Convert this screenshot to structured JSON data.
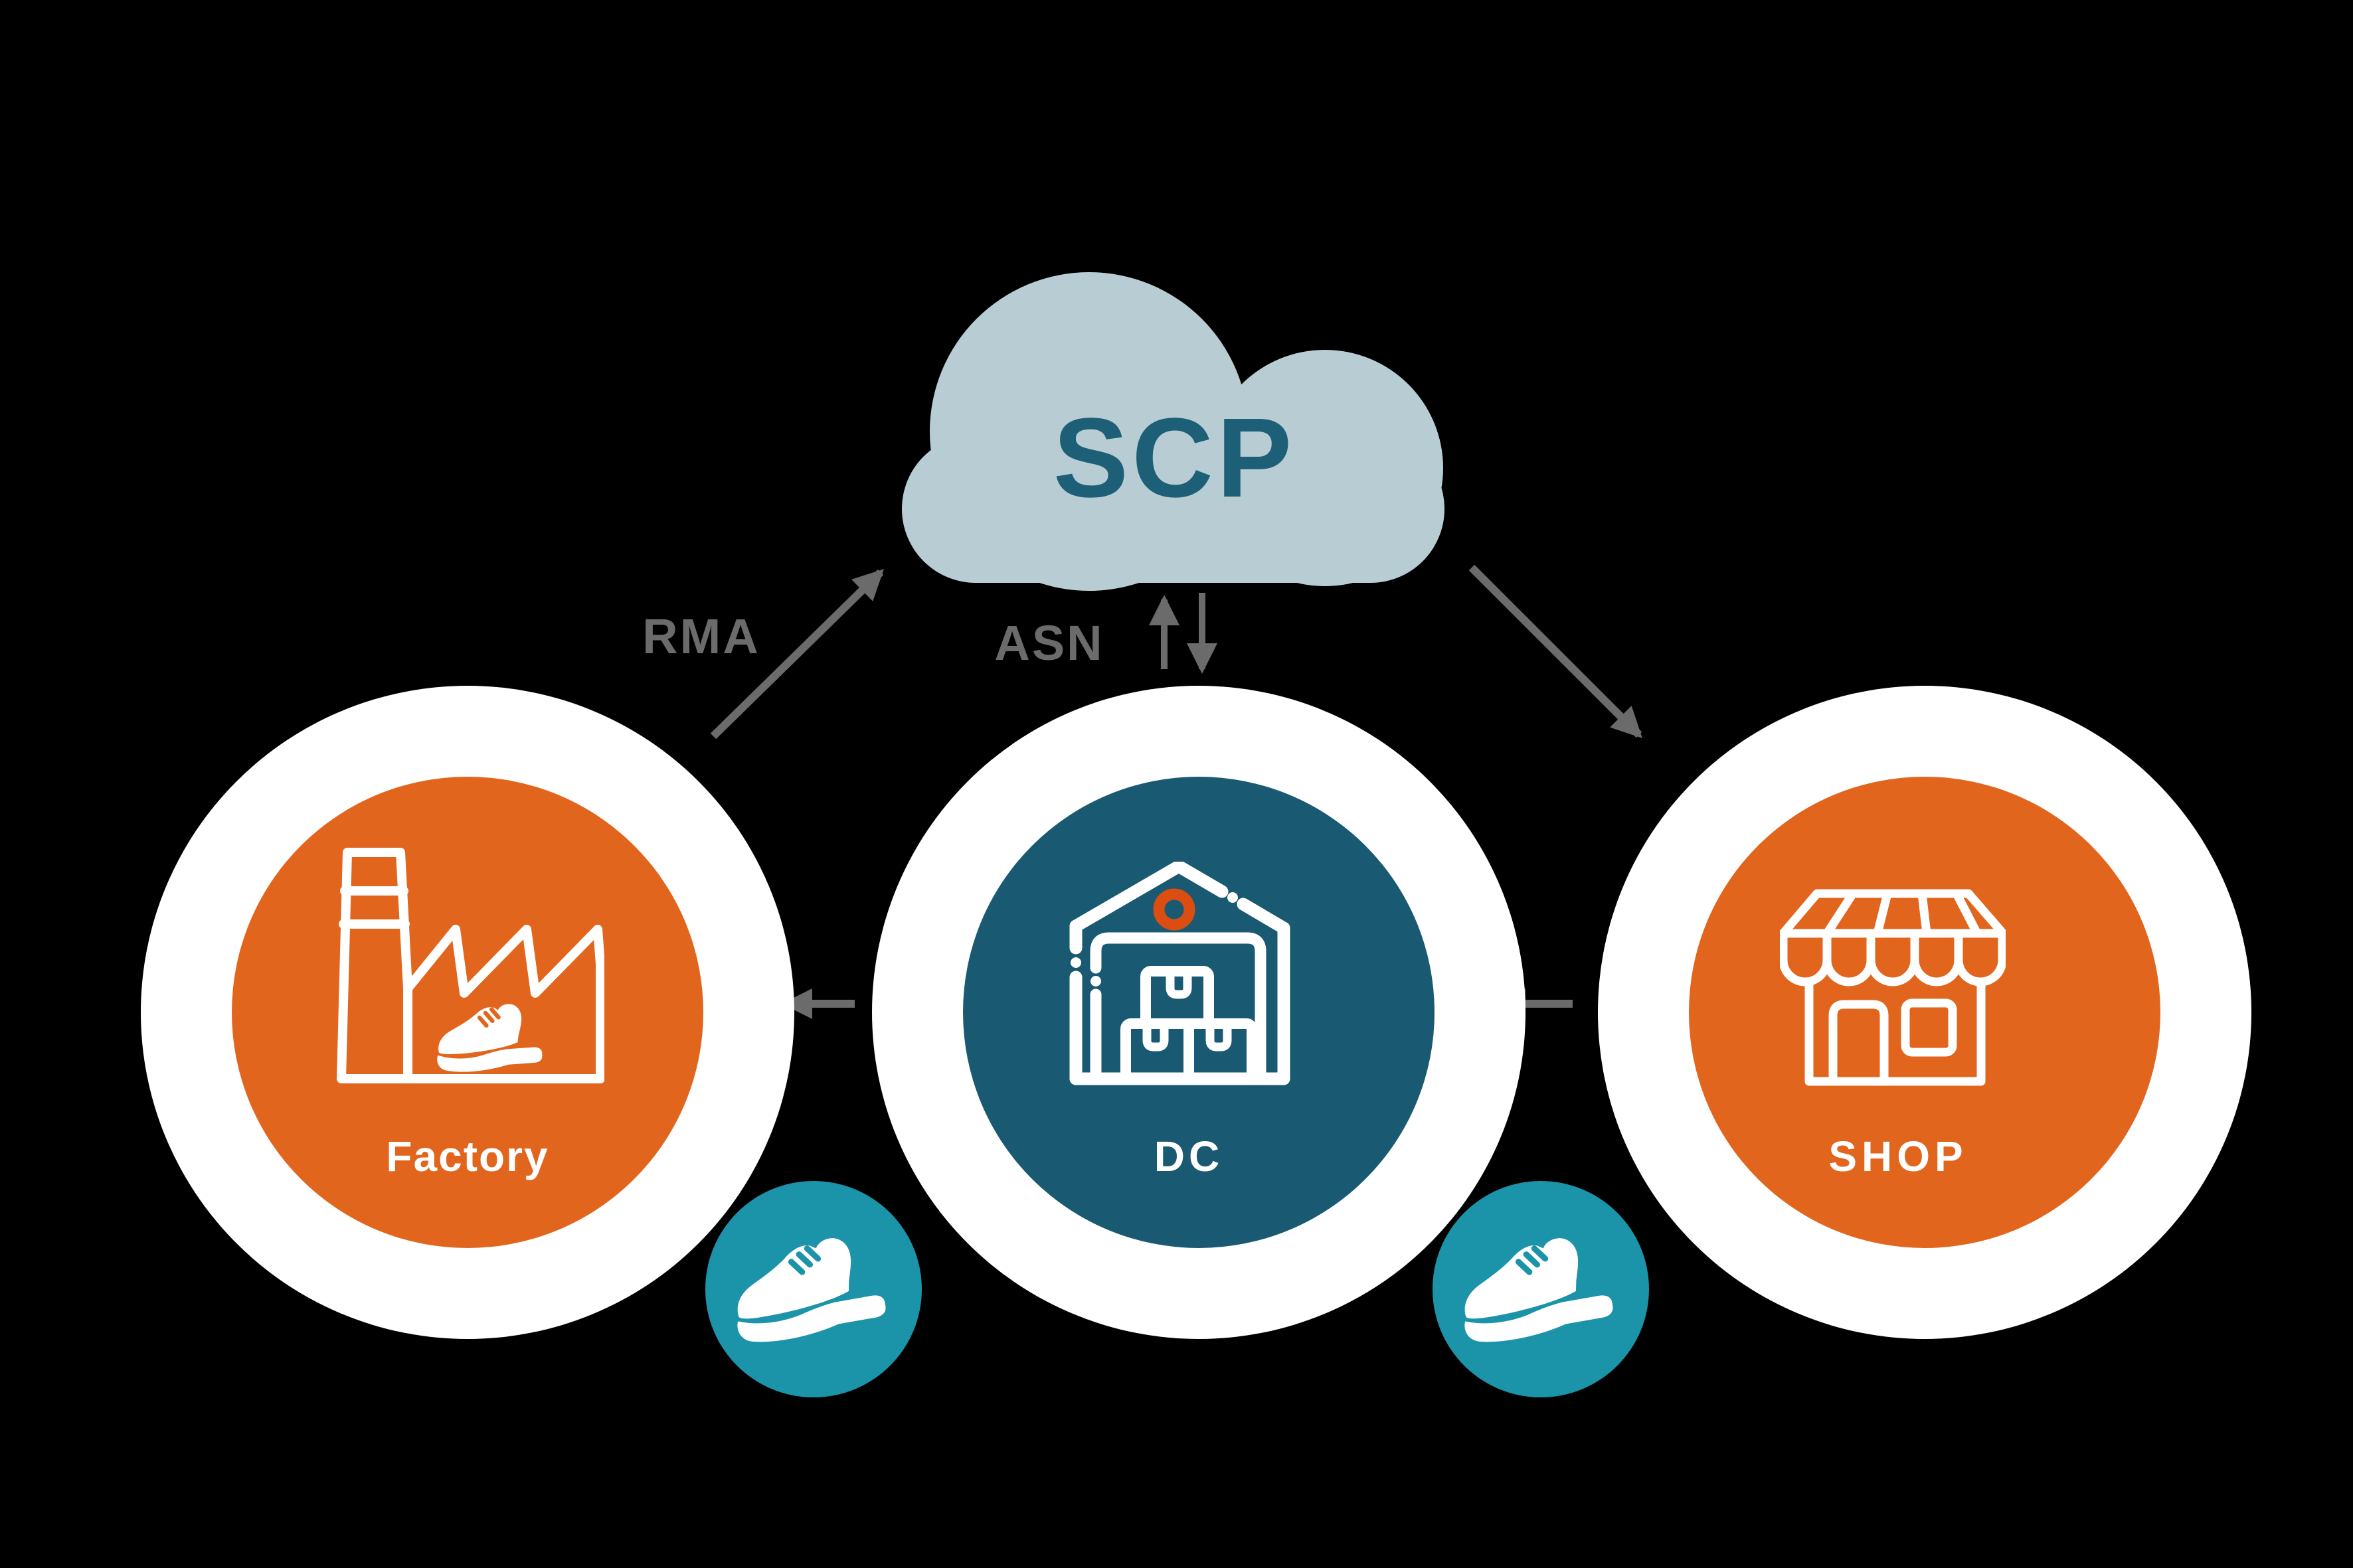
{
  "diagram": {
    "type": "supply-chain-flow",
    "cloud": {
      "title": "SCP"
    },
    "flow_labels": {
      "rma": "RMA",
      "asn": "ASN"
    },
    "nodes": [
      {
        "id": "factory",
        "label": "Factory",
        "icon": "factory-shoe-icon",
        "color": "#E2651D"
      },
      {
        "id": "dc",
        "label": "DC",
        "icon": "warehouse-boxes-icon",
        "color": "#195971"
      },
      {
        "id": "shop",
        "label": "SHOP",
        "icon": "storefront-awning-icon",
        "color": "#E2651D"
      }
    ],
    "connectors": [
      {
        "id": "rma-arrow",
        "from": "factory",
        "to": "scp-cloud",
        "label": "RMA"
      },
      {
        "id": "asn-up-arrow",
        "from": "dc",
        "to": "scp-cloud",
        "label": "ASN"
      },
      {
        "id": "asn-down-arrow",
        "from": "scp-cloud",
        "to": "dc"
      },
      {
        "id": "cloud-to-shop-arrow",
        "from": "scp-cloud",
        "to": "shop"
      },
      {
        "id": "dc-to-factory-arrow",
        "from": "dc",
        "to": "factory"
      },
      {
        "id": "shop-to-dc-arrow",
        "from": "shop",
        "to": "dc"
      }
    ],
    "badges": [
      {
        "id": "shoe-badge-left",
        "icon": "shoe-icon",
        "position": "between-factory-and-dc"
      },
      {
        "id": "shoe-badge-right",
        "icon": "shoe-icon",
        "position": "between-dc-and-shop"
      }
    ],
    "colors": {
      "background": "#000000",
      "cloud": "#B8CDD3",
      "cloud_text": "#1C5F77",
      "node_orange": "#E2651D",
      "node_teal": "#195971",
      "badge_teal": "#1B93A9",
      "arrow_gray": "#6B6B6B",
      "icon_white": "#FFFFFF",
      "donut_orange": "#DB4D11"
    }
  }
}
